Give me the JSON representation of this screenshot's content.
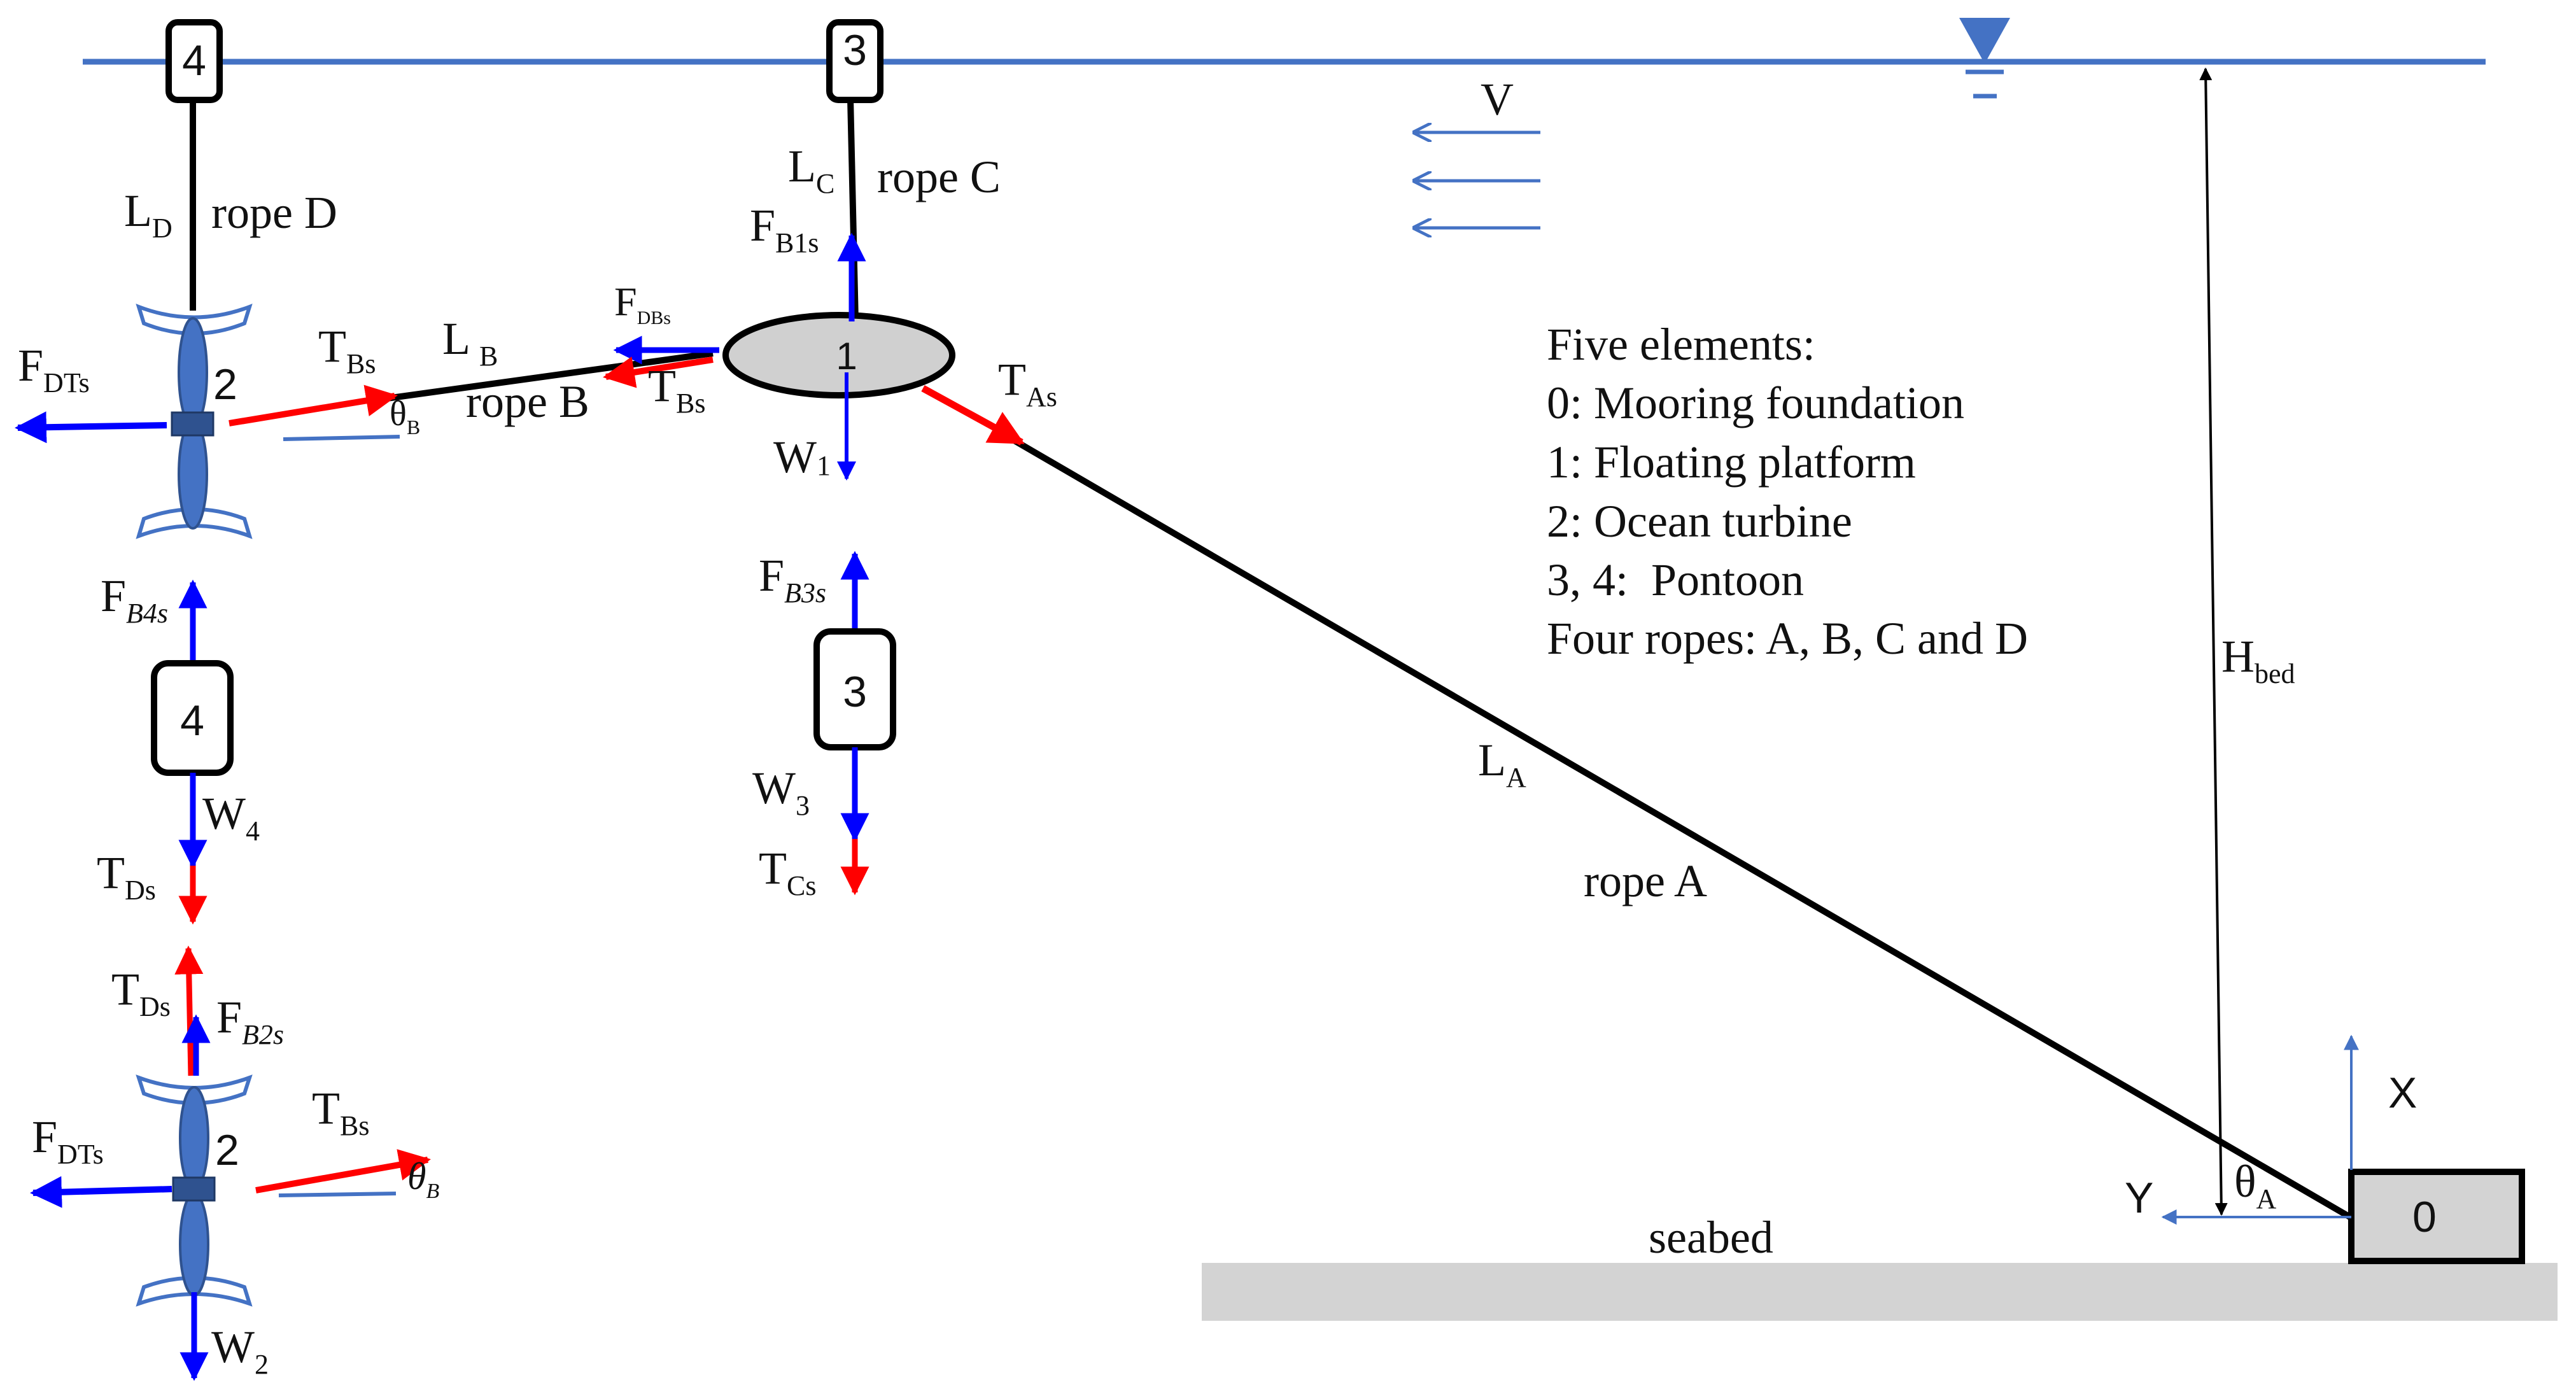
{
  "colors": {
    "water": "#4472C4",
    "force_blue": "#0000FF",
    "tension_red": "#FF0000",
    "rope": "#000000",
    "seabed": "#D3D3D3",
    "platform_fill": "#D0D0D0",
    "turbine": "#4472C4",
    "flow_arrow": "#4472C4"
  },
  "icons": {
    "water_level": "triangle-water-level-icon",
    "pontoon": "rounded-box-icon",
    "platform": "ellipse-icon",
    "turbine": "twin-blade-turbine-icon",
    "foundation": "block-icon"
  },
  "legend": {
    "title": "Five elements:",
    "line1": "0: Mooring foundation",
    "line2": "1: Floating platform",
    "line3": "2: Ocean turbine",
    "line4": "3, 4:  Pontoon",
    "line5": "Four ropes: A, B, C and D"
  },
  "labels": {
    "pontoon4_top": "4",
    "pontoon3_top": "3",
    "pontoon4_fbd": "4",
    "pontoon3_fbd": "3",
    "platform": "1",
    "turbine_top": "2",
    "turbine_fbd": "2",
    "foundation": "0",
    "rope_a": "rope A",
    "rope_b": "rope B",
    "rope_c": "rope C",
    "rope_d": "rope D",
    "seabed": "seabed",
    "velocity": "V",
    "axis_x": "X",
    "axis_y": "Y"
  },
  "symbols": {
    "LD": {
      "main": "L",
      "sub": "D"
    },
    "LC": {
      "main": "L",
      "sub": "C"
    },
    "LB": {
      "main": "L",
      "sub": "B"
    },
    "LA": {
      "main": "L",
      "sub": "A"
    },
    "Hbed": {
      "main": "H",
      "sub": "bed"
    },
    "thetaA": {
      "main": "θ",
      "sub": "A"
    },
    "thetaB_top": {
      "main": "θ",
      "sub": "B"
    },
    "thetaB_fbd": {
      "main": "θ",
      "sub": "B"
    },
    "FDTs_top": {
      "main": "F",
      "sub": "DTs"
    },
    "TBs_turbine_top": {
      "main": "T",
      "sub": "Bs"
    },
    "FDBs": {
      "main": "F",
      "sub": "DBs"
    },
    "TBs_platform": {
      "main": "T",
      "sub": "Bs"
    },
    "FB1s": {
      "main": "F",
      "sub": "B1s"
    },
    "W1": {
      "main": "W",
      "sub": "1"
    },
    "TAs": {
      "main": "T",
      "sub": "As"
    },
    "FB4s": {
      "main": "F",
      "sub": "B4s"
    },
    "W4": {
      "main": "W",
      "sub": "4"
    },
    "TDs_p4": {
      "main": "T",
      "sub": "Ds"
    },
    "FB3s": {
      "main": "F",
      "sub": "B3s"
    },
    "W3": {
      "main": "W",
      "sub": "3"
    },
    "TCs": {
      "main": "T",
      "sub": "Cs"
    },
    "TDs_turbine": {
      "main": "T",
      "sub": "Ds"
    },
    "FB2s": {
      "main": "F",
      "sub": "B2s"
    },
    "FDTs_fbd": {
      "main": "F",
      "sub": "DTs"
    },
    "TBs_turbine_fbd": {
      "main": "T",
      "sub": "Bs"
    },
    "W2": {
      "main": "W",
      "sub": "2"
    }
  }
}
